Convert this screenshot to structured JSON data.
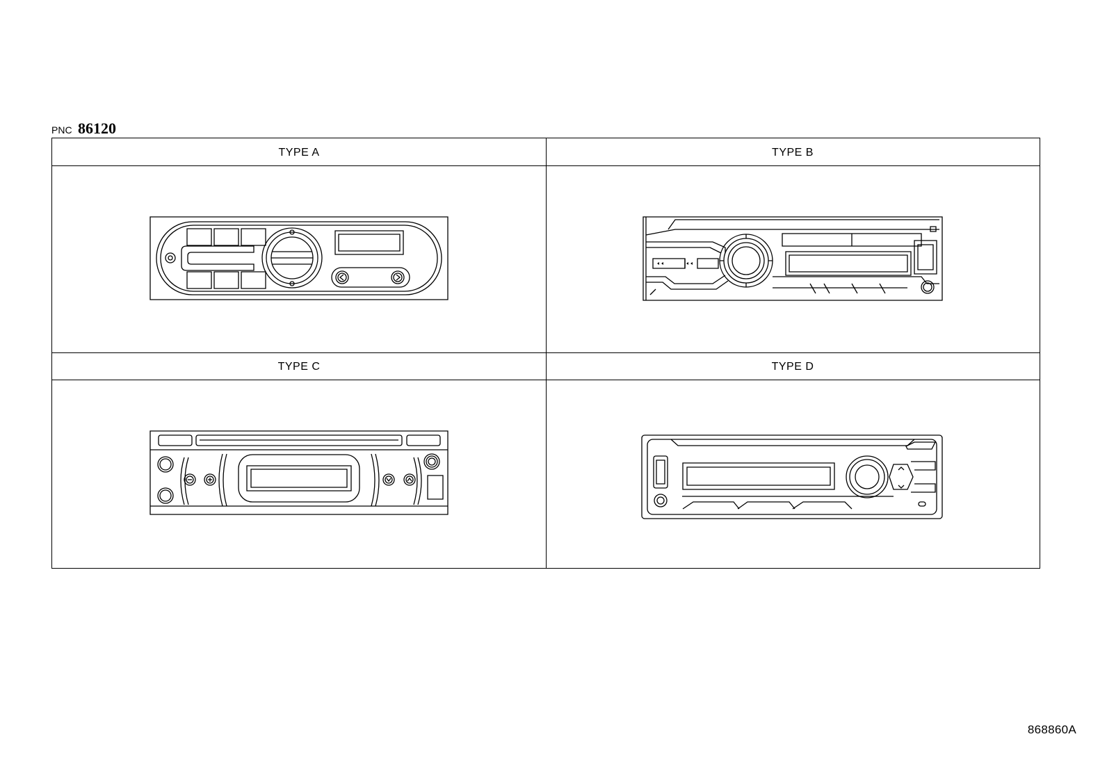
{
  "pnc": {
    "prefix": "PNC",
    "number": "86120"
  },
  "panels": [
    {
      "label": "TYPE A",
      "icon": "radio-type-a-icon"
    },
    {
      "label": "TYPE B",
      "icon": "radio-type-b-icon"
    },
    {
      "label": "TYPE C",
      "icon": "radio-type-c-icon"
    },
    {
      "label": "TYPE D",
      "icon": "radio-type-d-icon"
    }
  ],
  "reference_code": "868860A"
}
